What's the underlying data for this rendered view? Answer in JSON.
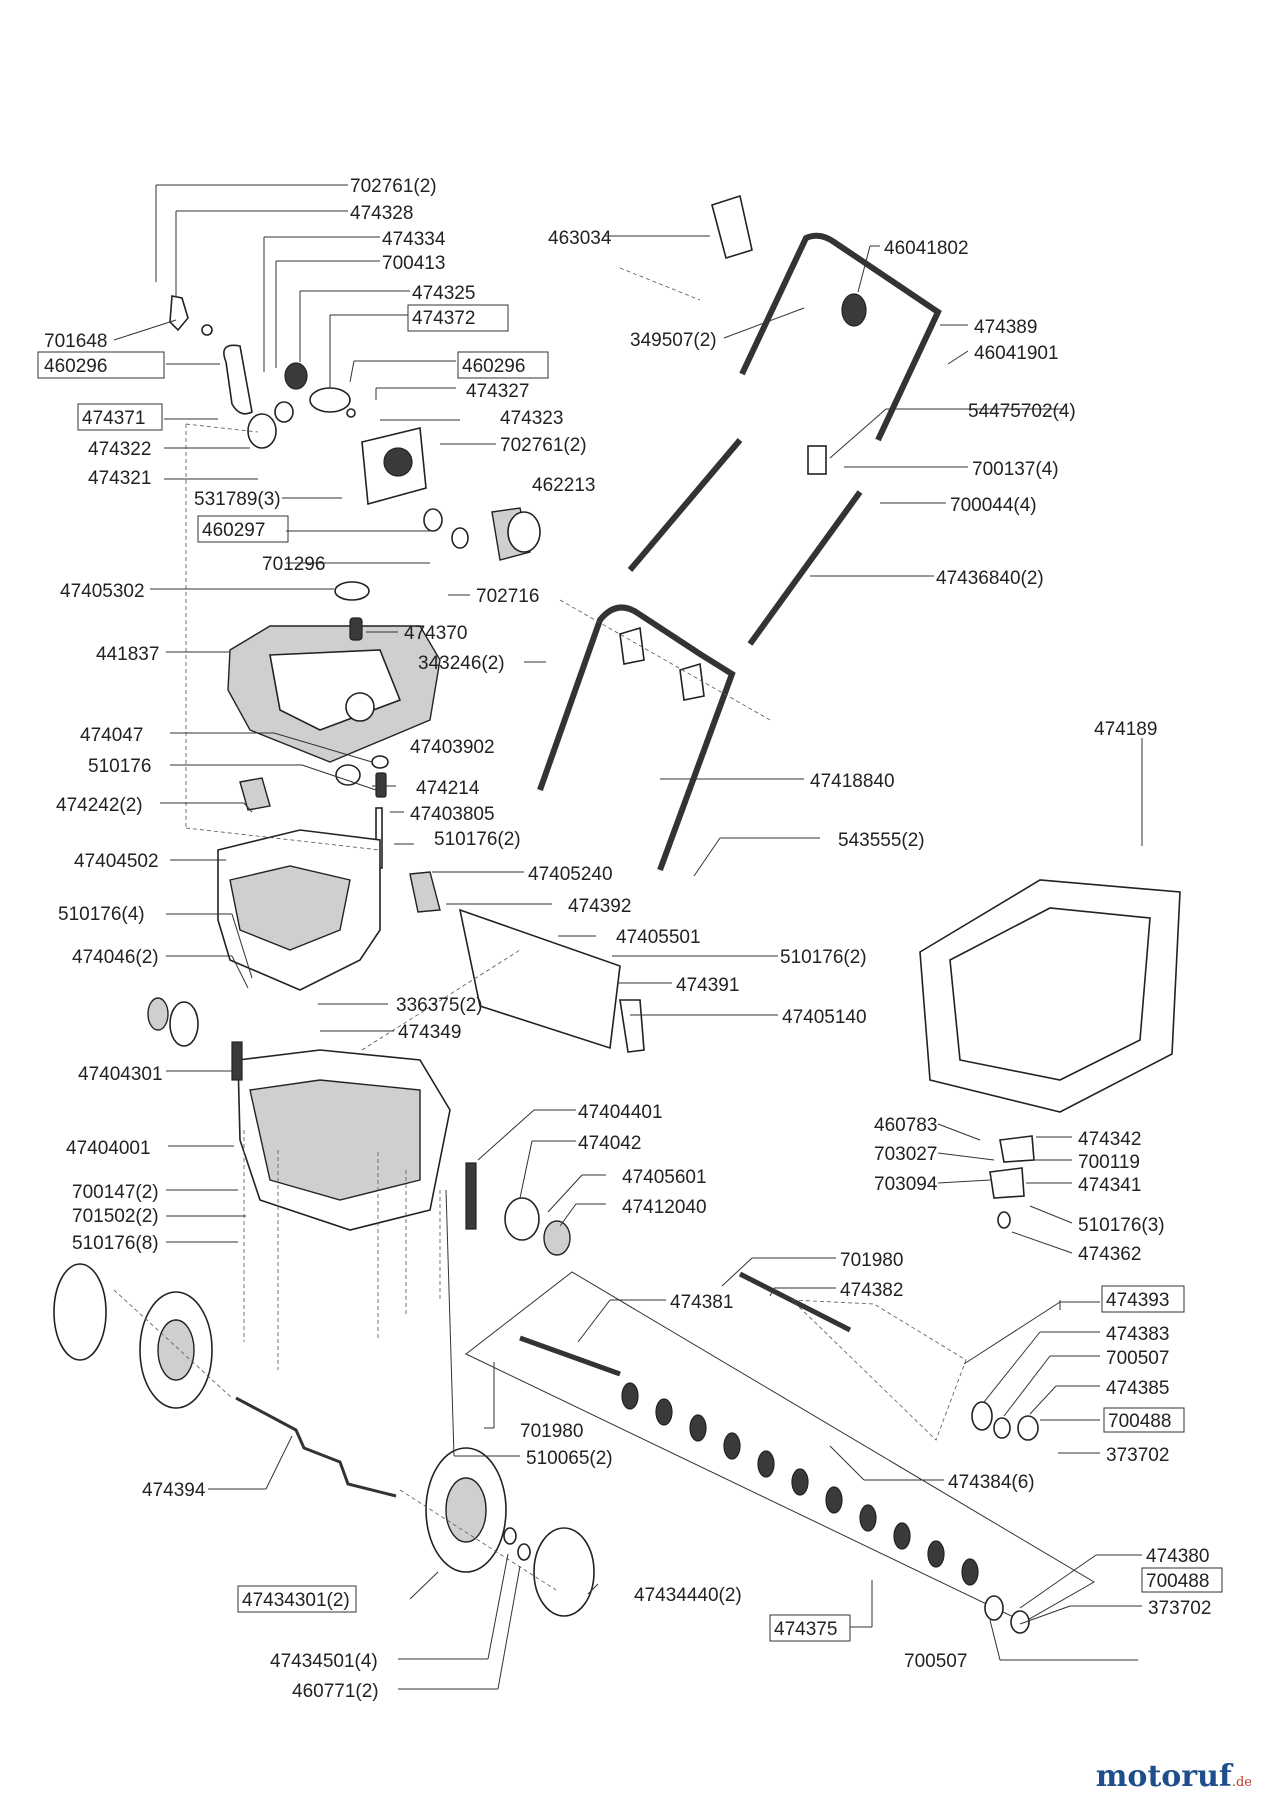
{
  "labels": [
    "702761(2)",
    "474328",
    "474334",
    "700413",
    "474325",
    "474372",
    "701648",
    "460296",
    "460296",
    "474327",
    "474371",
    "474323",
    "474322",
    "702761(2)",
    "474321",
    "462213",
    "531789(3)",
    "460297",
    "701296",
    "702716",
    "47405302",
    "474370",
    "441837",
    "474047",
    "47403902",
    "510176",
    "474214",
    "474242(2)",
    "47403805",
    "510176(2)",
    "47404502",
    "47405240",
    "474392",
    "510176(4)",
    "47405501",
    "510176(2)",
    "474046(2)",
    "474391",
    "336375(2)",
    "47405140",
    "474349",
    "47404301",
    "47404001",
    "47404401",
    "474042",
    "47405601",
    "47412040",
    "700147(2)",
    "701502(2)",
    "510176(8)",
    "463034",
    "46041802",
    "474389",
    "349507(2)",
    "46041901",
    "54475702(4)",
    "700137(4)",
    "700044(4)",
    "47436840(2)",
    "343246(2)",
    "474189",
    "47418840",
    "543555(2)",
    "460783",
    "474342",
    "703027",
    "700119",
    "703094",
    "474341",
    "510176(3)",
    "474362",
    "701980",
    "474382",
    "474381",
    "474393",
    "474383",
    "700507",
    "474385",
    "700488",
    "373702",
    "701980",
    "510065(2)",
    "474384(6)",
    "474394",
    "474380",
    "700488",
    "373702",
    "474375",
    "700507",
    "47434301(2)",
    "47434440(2)",
    "47434501(4)",
    "460771(2)"
  ],
  "brand": {
    "name": "motoruf",
    "suffix": ".de"
  }
}
